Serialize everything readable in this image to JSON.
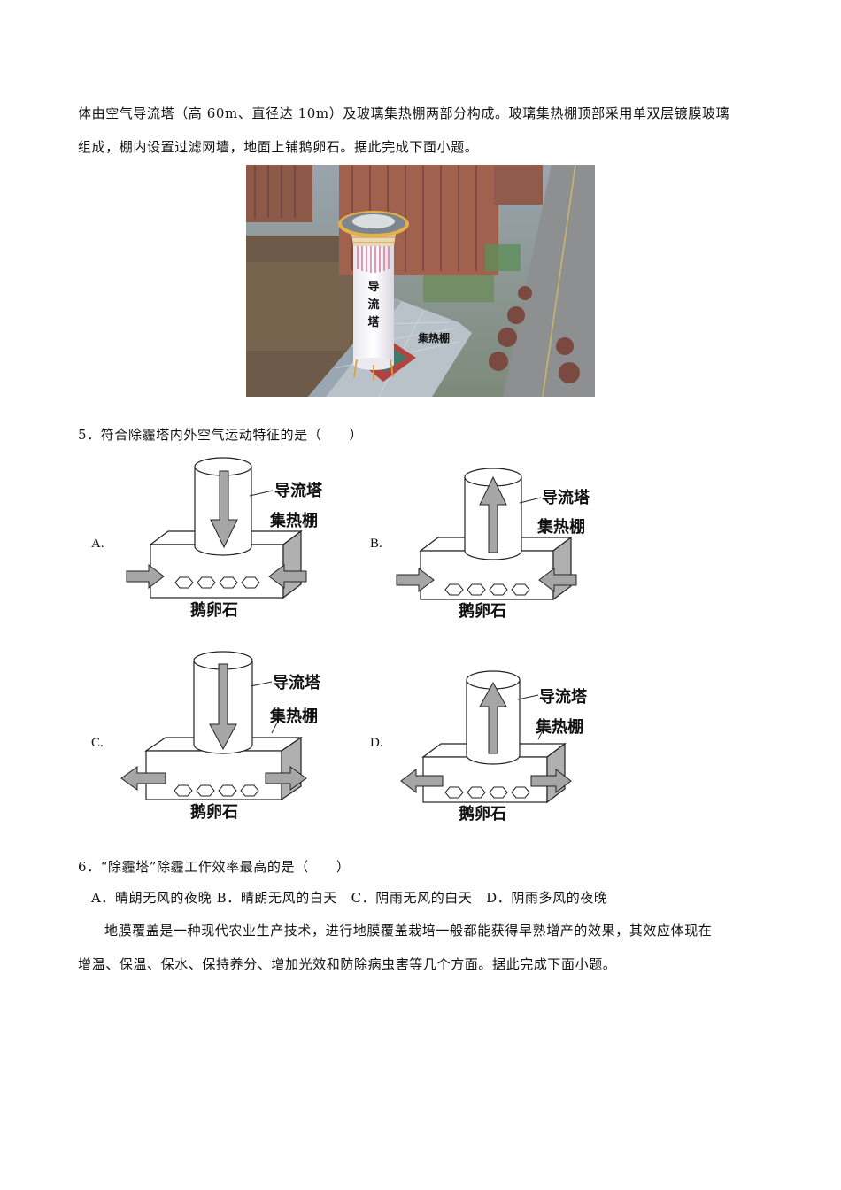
{
  "intro": {
    "line1": "体由空气导流塔（高 60m、直径达 10m）及玻璃集热棚两部分构成。玻璃集热棚顶部采用单双层镀膜玻璃",
    "line2": "组成，棚内设置过滤网墙，地面上铺鹅卵石。据此完成下面小题。"
  },
  "photo": {
    "tower_label_chars": [
      "导",
      "流",
      "塔"
    ],
    "shed_label": "集热棚"
  },
  "q5": {
    "stem": "5．符合除霾塔内外空气运动特征的是（　　）",
    "options": [
      {
        "letter": "A.",
        "tower_label": "导流塔",
        "shed_label": "集热棚",
        "ground_label": "鹅卵石",
        "tower_flow": "down",
        "side_flow": "in"
      },
      {
        "letter": "B.",
        "tower_label": "导流塔",
        "shed_label": "集热棚",
        "ground_label": "鹅卵石",
        "tower_flow": "up",
        "side_flow": "in"
      },
      {
        "letter": "C.",
        "tower_label": "导流塔",
        "shed_label": "集热棚",
        "ground_label": "鹅卵石",
        "tower_flow": "down",
        "side_flow": "out"
      },
      {
        "letter": "D.",
        "tower_label": "导流塔",
        "shed_label": "集热棚",
        "ground_label": "鹅卵石",
        "tower_flow": "up",
        "side_flow": "out"
      }
    ]
  },
  "q6": {
    "stem": "6．“除霾塔”除霾工作效率最高的是（　　）",
    "options_line": "A．晴朗无风的夜晚 B．晴朗无风的白天　C．阴雨无风的白天　D．阴雨多风的夜晚"
  },
  "passage": {
    "line1": "地膜覆盖是一种现代农业生产技术，进行地膜覆盖栽培一般都能获得早熟增产的效果，其效应体现在",
    "line2": "增温、保温、保水、保持养分、增加光效和防除病虫害等几个方面。据此完成下面小题。"
  },
  "colors": {
    "arrow_fill": "#a6a6a6",
    "side_face": "#b0b0b0",
    "stroke": "#222222"
  }
}
